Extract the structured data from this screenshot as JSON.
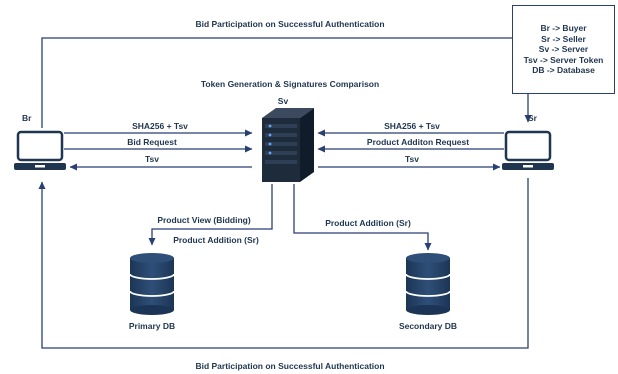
{
  "top_label": "Bid Participation on Successful Authentication",
  "bottom_label": "Bid Participation on Successful Authentication",
  "token_label": "Token Generation & Signatures Comparison",
  "server_label": "Sv",
  "buyer_label": "Br",
  "seller_label": "Sr",
  "buyer_arrows": {
    "sha": "SHA256 + Tsv",
    "request": "Bid Request",
    "tsv": "Tsv"
  },
  "seller_arrows": {
    "sha": "SHA256 + Tsv",
    "request": "Product Additon Request",
    "tsv": "Tsv"
  },
  "primary_db": {
    "label": "Primary DB",
    "view": "Product View (Bidding)",
    "addition": "Product Addition (Sr)"
  },
  "secondary_db": {
    "label": "Secondary DB",
    "addition": "Product Addition (Sr)"
  },
  "legend": [
    "Br -> Buyer",
    "Sr -> Seller",
    "Sv -> Server",
    "Tsv -> Server Token",
    "DB -> Database"
  ]
}
